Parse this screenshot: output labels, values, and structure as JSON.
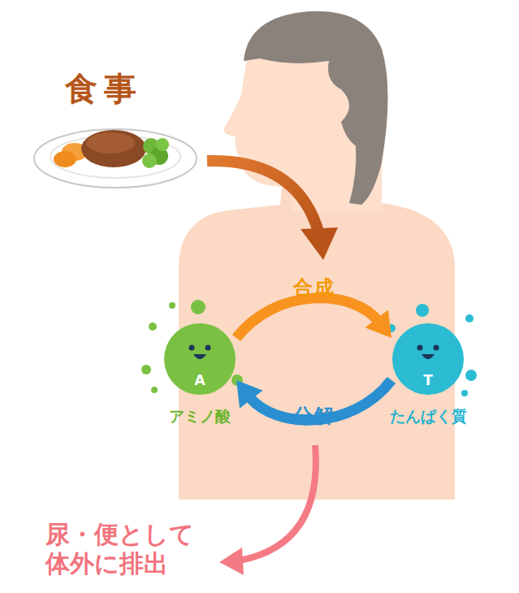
{
  "diagram": {
    "title": "食事",
    "nodes": [
      {
        "text": [
          "A",
          "アミノ酸"
        ]
      },
      {
        "text": [
          "T",
          "たんぱく質"
        ]
      }
    ],
    "edges": [
      {
        "from": 0,
        "to": 1,
        "label": "合成",
        "arrow": "to"
      },
      {
        "from": 1,
        "to": 0,
        "label": "分解",
        "arrow": "to"
      }
    ],
    "labels": [
      "尿・便として 体外に排出"
    ]
  }
}
